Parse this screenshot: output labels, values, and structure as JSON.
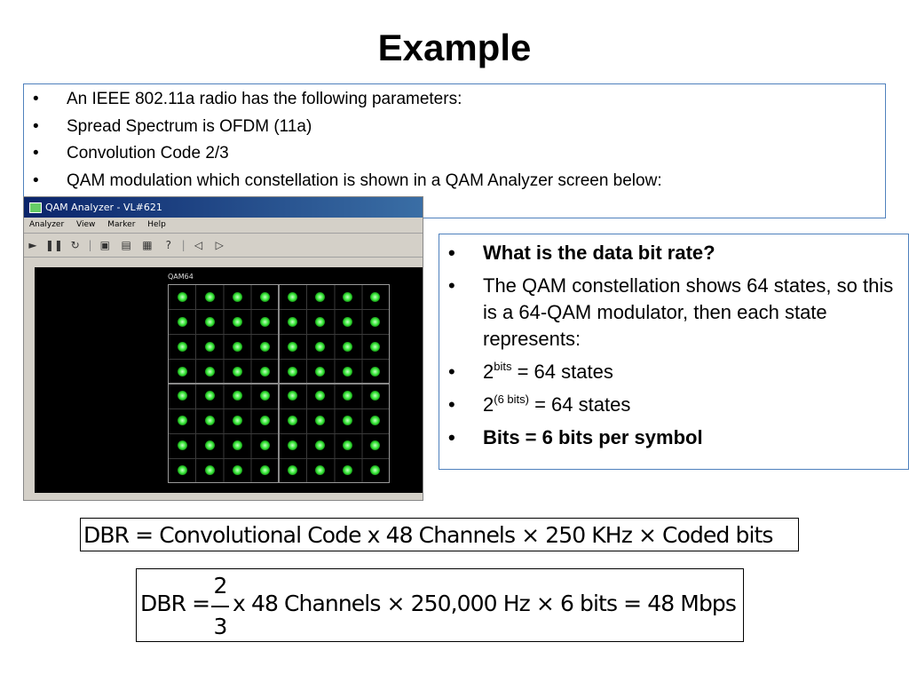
{
  "title": "Example",
  "intro_bullets": [
    "An IEEE 802.11a radio has the following parameters:",
    "Spread Spectrum is OFDM (11a)",
    "Convolution Code 2/3",
    "QAM modulation which constellation is shown in a QAM Analyzer screen below:"
  ],
  "qam_analyzer": {
    "window_title": "QAM Analyzer - VL#621",
    "menu": [
      "Analyzer",
      "View",
      "Marker",
      "Help"
    ],
    "toolbar_icons": [
      "play-icon",
      "pause-icon",
      "refresh-icon",
      "save-icon",
      "settings-icon",
      "print-icon",
      "help-icon",
      "marker-left-icon",
      "marker-right-icon"
    ],
    "constellation_label": "QAM64",
    "grid_rows": 8,
    "grid_cols": 8,
    "dot_color": "#38e838"
  },
  "answer_bullets": {
    "question": "What is the data bit rate?",
    "explanation": "The QAM constellation shows 64 states, so this is a 64-QAM modulator, then each state represents:",
    "eq1_base": "2",
    "eq1_exp": "bits",
    "eq1_rest": " = 64 states",
    "eq2_base": "2",
    "eq2_exp": "(6 bits)",
    "eq2_rest": " = 64 states",
    "result": "Bits = 6 bits per symbol"
  },
  "formula1": "DBR = Convolutional Code x 48 Channels × 250 KHz × Coded  bits",
  "formula2": {
    "prefix": "DBR =",
    "numerator": "2",
    "denominator": "3",
    "suffix": "x 48 Channels × 250,000 Hz × 6 bits = 48 Mbps"
  }
}
